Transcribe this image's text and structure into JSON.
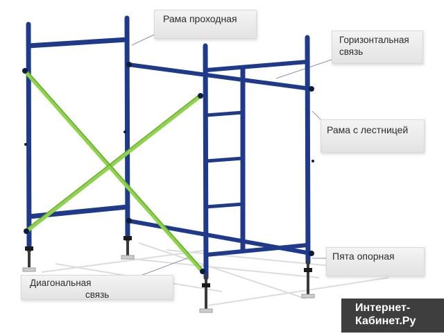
{
  "labels": {
    "frame_pass": "Рама проходная",
    "horizontal_line1": "Горизонтальная",
    "horizontal_line2": "связь",
    "frame_ladder": "Рама с лестницей",
    "base_plate": "Пята опорная",
    "diagonal_line1": "Диагональная",
    "diagonal_line2": "связь"
  },
  "watermark": {
    "line1": "Интернет-",
    "line2": "Кабинет.Ру"
  },
  "colors": {
    "frame": "#1f3a8a",
    "brace": "#8ed44a",
    "bolt": "#0d1b3d",
    "jack": "#3a3a3a",
    "shadow": "#d9d9d9",
    "leader": "#8a95a8"
  }
}
